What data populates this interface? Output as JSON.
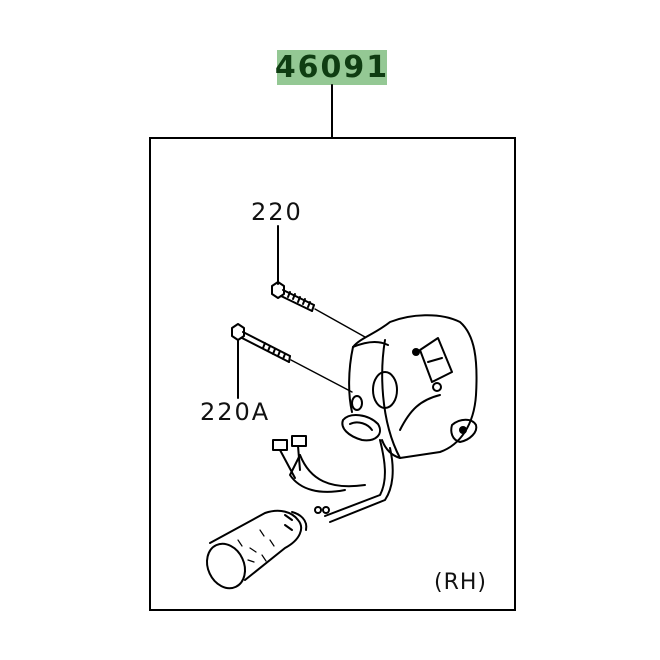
{
  "diagram": {
    "assembly_part_number": "46091",
    "side_label": "(RH)",
    "callouts": [
      {
        "id": "220",
        "label": "220",
        "part": "screw (short)"
      },
      {
        "id": "220A",
        "label": "220A",
        "part": "screw (long)"
      }
    ],
    "components": [
      "handlebar-switch-housing",
      "wire-harness",
      "connector-boot",
      "screws"
    ],
    "colors": {
      "badge_bg": "#94c894",
      "badge_text": "#0f3d12",
      "line": "#000000"
    }
  }
}
